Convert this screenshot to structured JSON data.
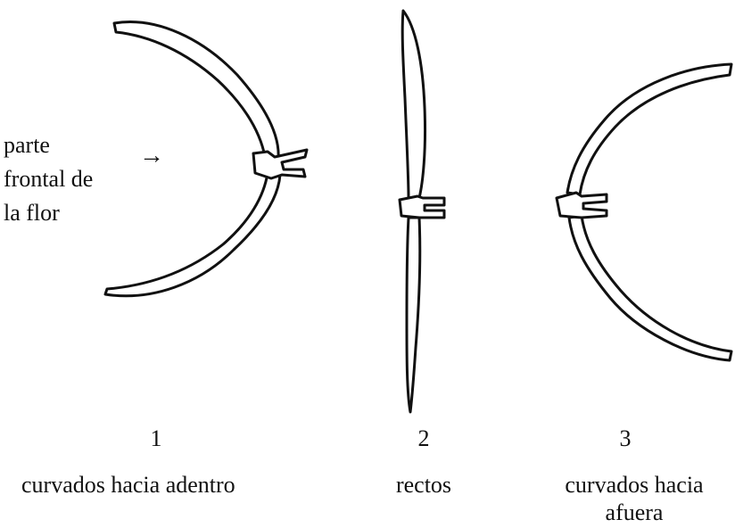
{
  "front_label": {
    "line1": "parte",
    "line2": "frontal de",
    "line3": "la flor"
  },
  "arrow_glyph": "→",
  "figures": [
    {
      "number": "1",
      "caption": "curvados hacia adentro",
      "caption_line2": ""
    },
    {
      "number": "2",
      "caption": "rectos",
      "caption_line2": ""
    },
    {
      "number": "3",
      "caption": "curvados hacia",
      "caption_line2": "afuera"
    }
  ],
  "colors": {
    "ink": "#111111",
    "paper": "#ffffff"
  }
}
